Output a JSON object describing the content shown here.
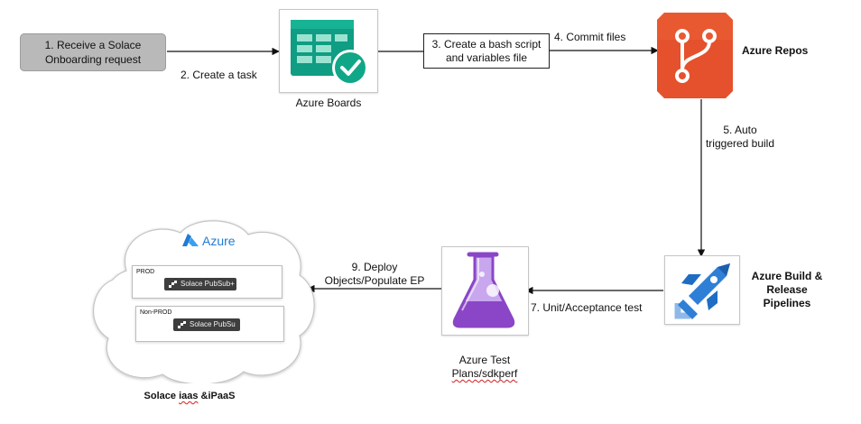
{
  "steps": {
    "step1": "1. Receive a Solace\nOnboarding request",
    "step1_line1": "1. Receive a Solace",
    "step1_line2": "Onboarding request",
    "step2": "2. Create a task",
    "step3_line1": "3. Create a bash script",
    "step3_line2": "and variables file",
    "step4": "4. Commit files",
    "step5_line1": "5. Auto",
    "step5_line2": "triggered build",
    "step7": "7. Unit/Acceptance test",
    "step9_line1": "9. Deploy",
    "step9_line2": "Objects/Populate EP"
  },
  "tools": {
    "boards": "Azure Boards",
    "repos": "Azure Repos",
    "pipelines_line1": "Azure Build &",
    "pipelines_line2": "Release",
    "pipelines_line3": "Pipelines",
    "testplans_line1": "Azure Test",
    "testplans_line2": "Plans/sdkperf"
  },
  "cloud": {
    "provider": "Azure",
    "prod_label": "PROD",
    "nonprod_label": "Non-PROD",
    "product_prod": "Solace PubSub+",
    "product_nonprod": "Solace PubSu",
    "caption_prefix": "Solace ",
    "caption_misspelled": "iaas",
    "caption_suffix": " &iPaaS"
  },
  "icons": [
    "azure-boards-icon",
    "azure-repos-icon",
    "azure-pipelines-icon",
    "azure-test-plans-icon",
    "azure-logo-icon",
    "solace-logo-icon"
  ],
  "colors": {
    "boards": "#0f9d83",
    "repos": "#e5512c",
    "pipelines": "#2f7fd6",
    "testplans": "#8a46c6",
    "azure": "#1f7cd4",
    "start_box": "#b9b9b9"
  }
}
